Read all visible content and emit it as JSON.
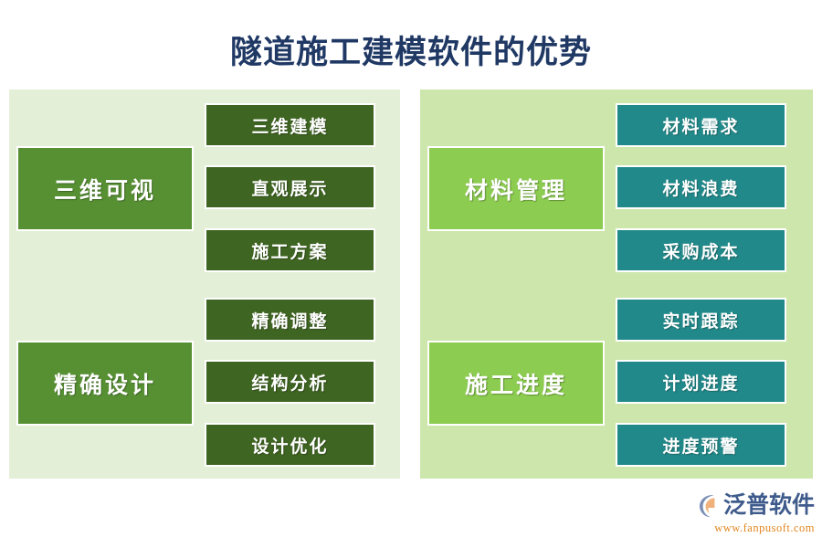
{
  "title": "隧道施工建模软件的优势",
  "colors": {
    "title_text": "#1f3864",
    "page_background": "#ffffff",
    "left_panel_background": "#e4efd7",
    "right_panel_background": "#cce6ac",
    "left_category_fill": "#579033",
    "left_item_fill": "#3f6522",
    "right_category_fill": "#8ccc50",
    "right_item_fill": "#22898a",
    "box_border": "#ffffff",
    "box_text": "#ffffff",
    "logo_name_text": "#3f5b8c",
    "logo_url_text": "#e2861f",
    "logo_mark_ring": "#7b8fb5",
    "logo_mark_arc": "#f0b27a"
  },
  "panels": [
    {
      "side": "left",
      "groups": [
        {
          "category": "三维可视",
          "items": [
            "三维建模",
            "直观展示",
            "施工方案"
          ]
        },
        {
          "category": "精确设计",
          "items": [
            "精确调整",
            "结构分析",
            "设计优化"
          ]
        }
      ]
    },
    {
      "side": "right",
      "groups": [
        {
          "category": "材料管理",
          "items": [
            "材料需求",
            "材料浪费",
            "采购成本"
          ]
        },
        {
          "category": "施工进度",
          "items": [
            "实时跟踪",
            "计划进度",
            "进度预警"
          ]
        }
      ]
    }
  ],
  "logo": {
    "name": "泛普软件",
    "url": "www.fanpusoft.com"
  }
}
